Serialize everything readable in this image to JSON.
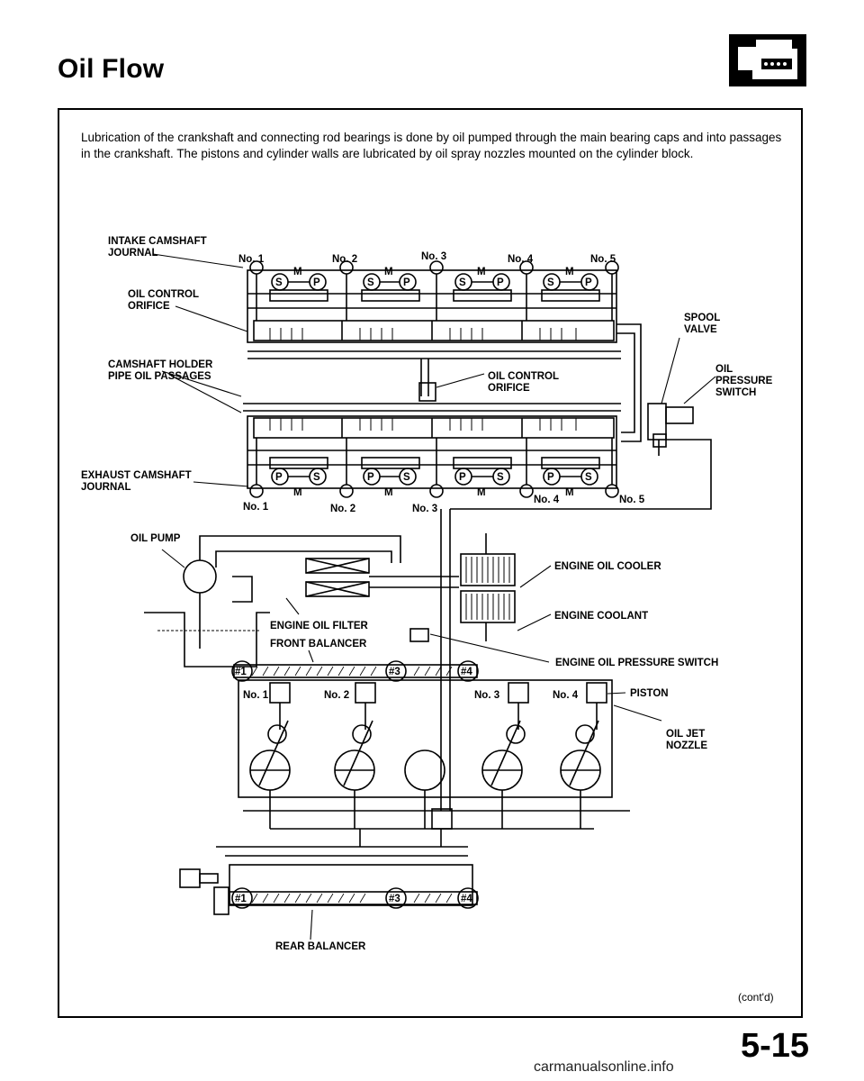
{
  "page": {
    "title": "Oil Flow",
    "intro": "Lubrication of the crankshaft and connecting rod bearings is done by oil pumped through the main bearing caps and into passages in the crankshaft. The pistons and cylinder walls are lubricated by oil spray nozzles mounted on the cylinder block.",
    "page_number": "5-15",
    "watermark": "carmanualsonline.info",
    "cont": "(cont'd)"
  },
  "labels": {
    "intake_journal_1": "INTAKE CAMSHAFT",
    "intake_journal_2": "JOURNAL",
    "oil_control_orifice_1": "OIL CONTROL",
    "oil_control_orifice_2": "ORIFICE",
    "holder_passages_1": "CAMSHAFT HOLDER",
    "holder_passages_2": "PIPE OIL PASSAGES",
    "exhaust_journal_1": "EXHAUST CAMSHAFT",
    "exhaust_journal_2": "JOURNAL",
    "spool_valve_1": "SPOOL",
    "spool_valve_2": "VALVE",
    "oil_pressure_switch_1": "OIL",
    "oil_pressure_switch_2": "PRESSURE",
    "oil_pressure_switch_3": "SWITCH",
    "center_orifice_1": "OIL CONTROL",
    "center_orifice_2": "ORIFICE",
    "oil_pump": "OIL PUMP",
    "oil_cooler": "ENGINE OIL COOLER",
    "coolant": "ENGINE COOLANT",
    "oil_filter": "ENGINE OIL FILTER",
    "front_balancer": "FRONT BALANCER",
    "engine_pressure_switch": "ENGINE OIL PRESSURE SWITCH",
    "piston": "PISTON",
    "oil_jet_1": "OIL JET",
    "oil_jet_2": "NOZZLE",
    "rear_balancer": "REAR BALANCER"
  },
  "journals_top": [
    "No. 1",
    "No. 2",
    "No. 3",
    "No. 4",
    "No. 5"
  ],
  "journals_bottom": [
    "No. 1",
    "No. 2",
    "No. 3",
    "No. 4",
    "No. 5"
  ],
  "cylinders": [
    "No. 1",
    "No. 2",
    "No. 3",
    "No. 4"
  ],
  "rocker_letters": {
    "s": "S",
    "p": "P",
    "m": "M"
  },
  "balancer_marks": [
    "#1",
    "#3",
    "#4"
  ]
}
